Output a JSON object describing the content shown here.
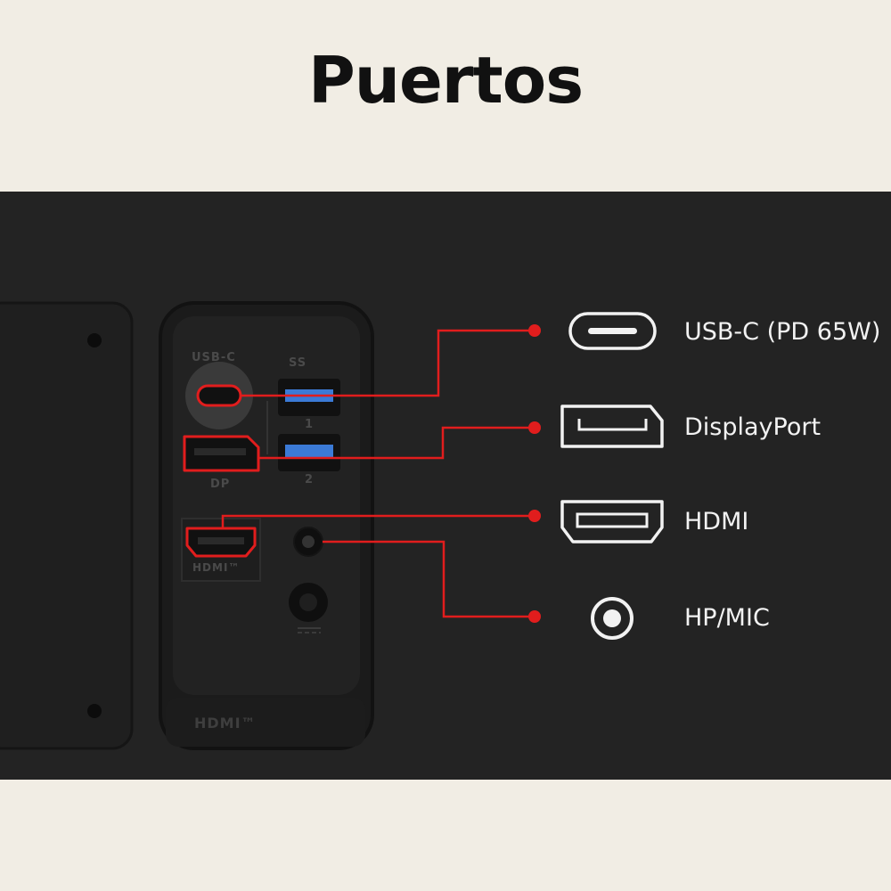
{
  "title": "Puertos",
  "panel_labels": {
    "usbc": "USB-C",
    "ss": "SS",
    "usb_num_1": "1",
    "usb_num_2": "2",
    "dp": "DP",
    "hdmi_small": "HDMI™",
    "hdmi_big": "HDMI™"
  },
  "ports": [
    {
      "label": "USB-C (PD 65W)",
      "icon": "usb-c-icon"
    },
    {
      "label": "DisplayPort",
      "icon": "displayport-icon"
    },
    {
      "label": "HDMI",
      "icon": "hdmi-icon"
    },
    {
      "label": "HP/MIC",
      "icon": "headphone-jack-icon"
    }
  ],
  "colors": {
    "background": "#f1ede4",
    "panel": "#232323",
    "accent": "#e11d1d",
    "text_light": "#f2f2f2"
  }
}
